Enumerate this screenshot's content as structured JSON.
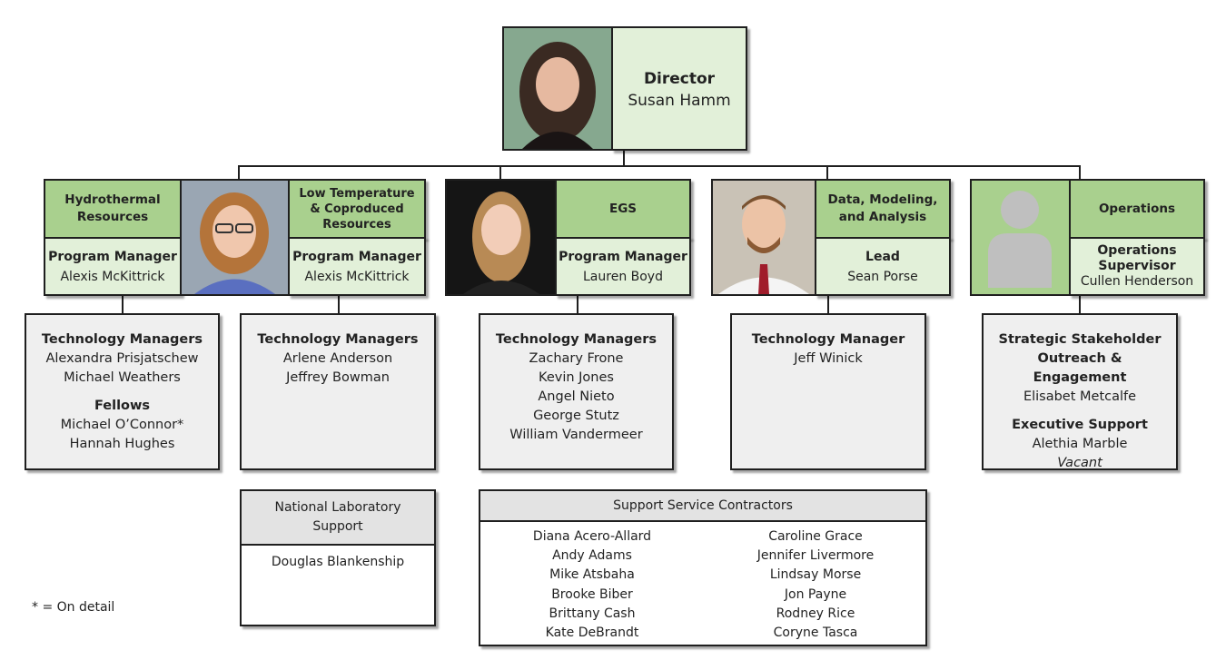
{
  "director": {
    "title": "Director",
    "name": "Susan Hamm"
  },
  "columns": [
    {
      "header": "Hydrothermal Resources",
      "role": "Program Manager",
      "name": "Alexis McKittrick"
    },
    {
      "header": "Low Temperature & Coproduced Resources",
      "role": "Program Manager",
      "name": "Alexis McKittrick"
    },
    {
      "header": "EGS",
      "role": "Program Manager",
      "name": "Lauren Boyd"
    },
    {
      "header": "Data, Modeling, and Analysis",
      "role": "Lead",
      "name": "Sean Porse"
    },
    {
      "header": "Operations",
      "role": "Operations Supervisor",
      "name": "Cullen Henderson"
    }
  ],
  "staff": [
    {
      "groups": [
        {
          "title": "Technology Managers",
          "names": [
            "Alexandra Prisjatschew",
            "Michael Weathers"
          ]
        },
        {
          "title": "Fellows",
          "names": [
            "Michael O’Connor*",
            "Hannah Hughes"
          ]
        }
      ]
    },
    {
      "groups": [
        {
          "title": "Technology Managers",
          "names": [
            "Arlene Anderson",
            "Jeffrey Bowman"
          ]
        }
      ]
    },
    {
      "groups": [
        {
          "title": "Technology Managers",
          "names": [
            "Zachary Frone",
            "Kevin Jones",
            "Angel Nieto",
            "George Stutz",
            "William Vandermeer"
          ]
        }
      ]
    },
    {
      "groups": [
        {
          "title": "Technology Manager",
          "names": [
            "Jeff Winick"
          ]
        }
      ]
    },
    {
      "groups": [
        {
          "title": "Strategic Stakeholder Outreach & Engagement",
          "names": [
            "Elisabet Metcalfe"
          ]
        },
        {
          "title": "Executive Support",
          "names": [
            "Alethia Marble"
          ],
          "italic": "Vacant"
        }
      ]
    }
  ],
  "lab_support": {
    "title": "National Laboratory Support",
    "names": [
      "Douglas Blankenship"
    ]
  },
  "contractors": {
    "title": "Support Service Contractors",
    "left": [
      "Diana Acero-Allard",
      "Andy Adams",
      "Mike Atsbaha",
      "Brooke Biber",
      "Brittany Cash",
      "Kate DeBrandt"
    ],
    "right": [
      "Caroline Grace",
      "Jennifer Livermore",
      "Lindsay Morse",
      "Jon Payne",
      "Rodney Rice",
      "Coryne Tasca"
    ]
  },
  "footnote": "* = On detail",
  "icons": {
    "director_photo": "portrait-photo",
    "hydro_photo": "portrait-photo",
    "egs_photo": "portrait-photo",
    "data_photo": "portrait-photo",
    "ops_photo": "person-placeholder-icon"
  },
  "colors": {
    "header_green": "#a9d08e",
    "light_green": "#e2f0d9",
    "staff_grey": "#efefef"
  }
}
